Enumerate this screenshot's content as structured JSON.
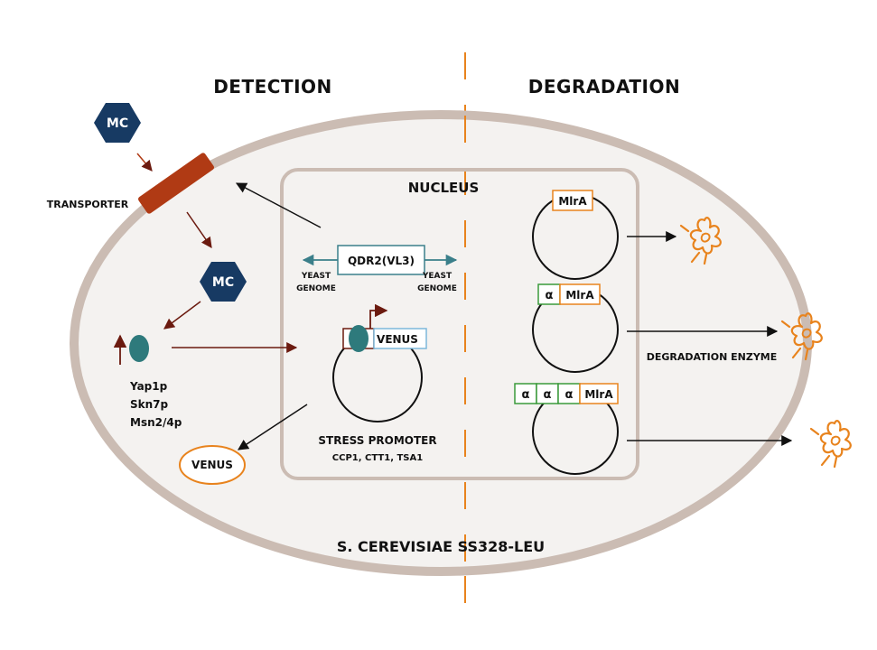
{
  "titles": {
    "detection": "DETECTION",
    "degradation": "DEGRADATION"
  },
  "labels": {
    "nucleus": "NUCLEUS",
    "transporter": "TRANSPORTER",
    "mc_outside": "MC",
    "mc_inside": "MC",
    "qdr2": "QDR2(VL3)",
    "yeast_left": "YEAST",
    "genome_left": "GENOME",
    "yeast_right": "YEAST",
    "genome_right": "GENOME",
    "venus_gene": "VENUS",
    "venus_protein": "VENUS",
    "tf1": "Yap1p",
    "tf2": "Skn7p",
    "tf3": "Msn2/4p",
    "stress_promoter": "STRESS PROMOTER",
    "promoters": "CCP1, CTT1, TSA1",
    "mlra1": "MlrA",
    "mlra2": "MlrA",
    "mlra3": "MlrA",
    "alpha": "α",
    "degradation_enzyme": "DEGRADATION ENZYME",
    "strain": "S. CEREVISIAE SS328-LEU"
  },
  "colors": {
    "cell_border": "#cbbcb3",
    "cell_fill": "#f4f2f0",
    "mc": "#173a63",
    "transporter": "#b03a14",
    "teal": "#2e7a7c",
    "dark_red": "#6b1a0f",
    "orange": "#e8831d",
    "green": "#3a9a3a",
    "venus_box": "#7db8da",
    "qdr2_box": "#3a7f8a"
  },
  "icons": {
    "enzyme": "enzyme-cluster-icon"
  }
}
